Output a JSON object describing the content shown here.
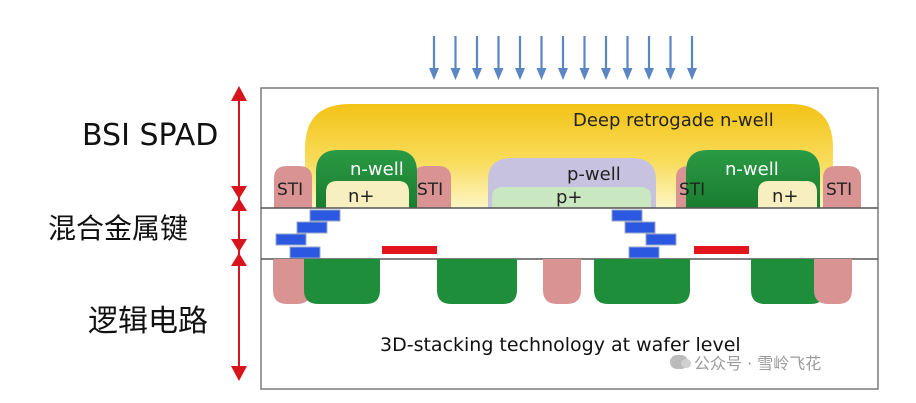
{
  "labels": {
    "bsi_spad": "BSI SPAD",
    "hybrid_bond": "混合金属键",
    "logic": "逻辑电路"
  },
  "regions": {
    "deep_nwell": "Deep retrogade n-well",
    "nwell": "n-well",
    "pwell": "p-well",
    "nplus": "n+",
    "pplus": "p+",
    "sti": "STI",
    "stacking": "3D-stacking technology at wafer level"
  },
  "watermark": "公众号 · 雪岭飞花",
  "colors": {
    "arrow_blue": "#5b86c4",
    "marker_red": "#d8141c",
    "deep_well_top": "#f3c316",
    "deep_well_bottom": "#fdf6c6",
    "nwell_green": "#1f8e3a",
    "nplus_cream": "#f8efc1",
    "pwell_lavender": "#c7c2e0",
    "pplus_mint": "#c9e8c2",
    "sti_pink": "#d99393",
    "metal_blue": "#2b58e0",
    "bond_red": "#e3141c"
  },
  "icons": {
    "light": "down-arrow-icon",
    "dimension": "double-arrow-icon",
    "watermark": "wechat-icon"
  }
}
